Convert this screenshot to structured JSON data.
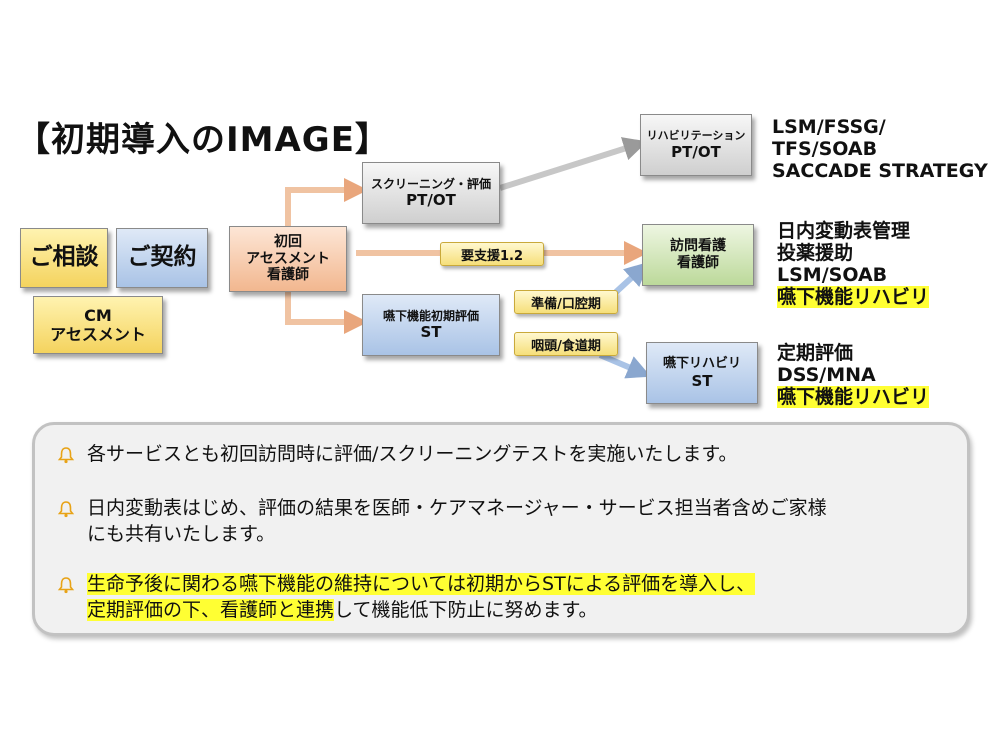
{
  "title": "【初期導入のIMAGE】",
  "boxes": {
    "consult": "ご相談",
    "contract": "ご契約",
    "cm": [
      "CM",
      "アセスメント"
    ],
    "initial": [
      "初回",
      "アセスメント",
      "看護師"
    ],
    "screening": [
      "スクリーニング・評価",
      "PT/OT"
    ],
    "rehab": [
      "リハビリテーション",
      "PT/OT"
    ],
    "visit_nurse": [
      "訪問看護",
      "看護師"
    ],
    "swallow_eval": [
      "嚥下機能初期評価",
      "ST"
    ],
    "swallow_rehab": [
      "嚥下リハビリ",
      "ST"
    ]
  },
  "labels": {
    "support": "要支援1.2",
    "prep": "準備/口腔期",
    "pharynx": "咽頭/食道期"
  },
  "side_notes": {
    "rehab": [
      "LSM/FSSG/",
      "TFS/SOAB",
      "SACCADE  STRATEGY"
    ],
    "nurse": [
      "日内変動表管理",
      "投薬援助",
      "LSM/SOAB"
    ],
    "nurse_highlight": "嚥下機能リハビリ",
    "st": [
      "定期評価",
      "DSS/MNA"
    ],
    "st_highlight": "嚥下機能リハビリ"
  },
  "notes": {
    "n1": "各サービスとも初回訪問時に評価/スクリーニングテストを実施いたします。",
    "n2_line1": "日内変動表はじめ、評価の結果を医師・ケアマネージャー・サービス担当者含めご家様",
    "n2_line2": "にも共有いたします。",
    "n3_line1": "生命予後に関わる嚥下機能の維持については初期からSTによる評価を導入し、",
    "n3_line2_hl": "定期評価の下、看護師と連携",
    "n3_line2_rest": "して機能低下防止に努めます。"
  },
  "colors": {
    "yellow_box": "#f4d35e",
    "blue_box": "#a9c3e6",
    "peach_box": "#f2b78f",
    "gray_box": "#cfcfcf",
    "green_box": "#bcd99a",
    "highlight": "#ffff33",
    "bell": "#e8a317"
  }
}
